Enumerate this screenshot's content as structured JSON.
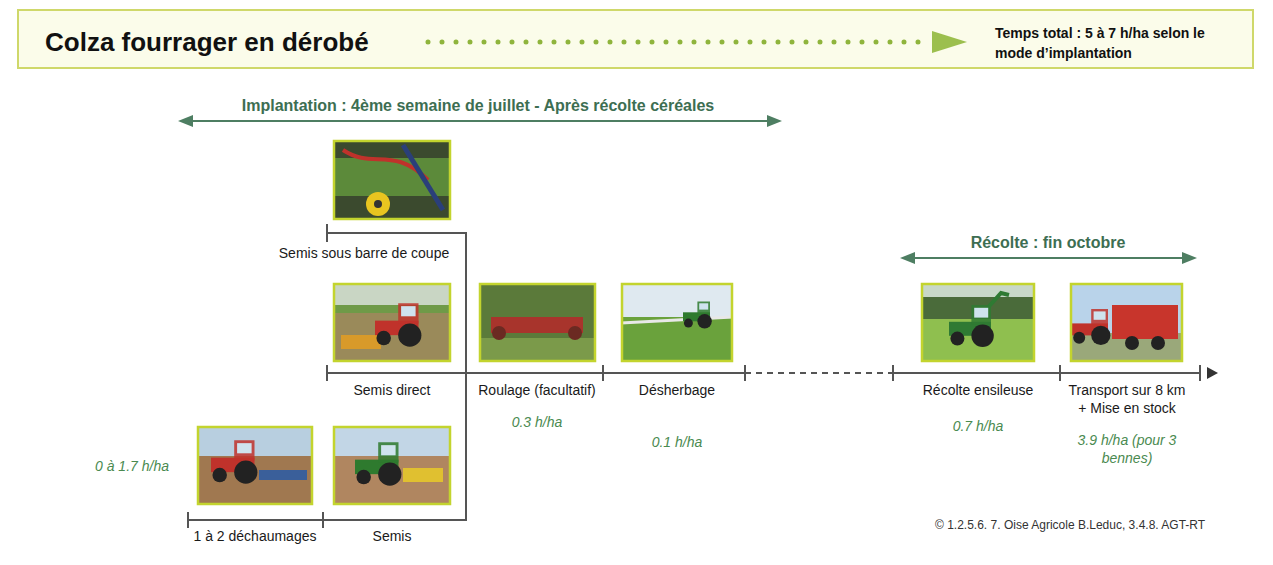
{
  "diagram": {
    "title": "Colza fourrager en dérobé",
    "caption": "© 1.2.5.6. 7. Oise Agricole B.Leduc, 3.4.8. AGT-RT",
    "nodes": [
      {
        "text": [
          "Semis sous barre de coupe"
        ]
      },
      {
        "text": [
          "Semis direct"
        ]
      },
      {
        "text": [
          "1 à 2 déchaumages"
        ]
      },
      {
        "text": [
          "Semis"
        ]
      },
      {
        "text": [
          "Roulage (facultatif)",
          "0.3 h/ha"
        ]
      },
      {
        "text": [
          "Désherbage",
          "0.1 h/ha"
        ]
      },
      {
        "text": [
          "Récolte ensileuse",
          "0.7 h/ha"
        ]
      },
      {
        "text": [
          "Transport sur 8 km + Mise en stock",
          "3.9 h/ha (pour 3 bennes)"
        ]
      }
    ],
    "edges": [
      {
        "from": 2,
        "to": 3,
        "arrow": "none"
      },
      {
        "from": 0,
        "to": 4,
        "arrow": "none"
      },
      {
        "from": 1,
        "to": 4,
        "arrow": "none"
      },
      {
        "from": 3,
        "to": 4,
        "arrow": "none"
      },
      {
        "from": 4,
        "to": 5,
        "arrow": "none"
      },
      {
        "from": 5,
        "to": 6,
        "arrow": "none"
      },
      {
        "from": 6,
        "to": 7,
        "arrow": "none"
      }
    ],
    "labels": [
      "Temps total : 5 à 7 h/ha selon le mode d’implantation",
      "Implantation : 4ème semaine de juillet - Après récolte céréales",
      "Récolte : fin octobre",
      "0 à 1.7 h/ha"
    ]
  }
}
